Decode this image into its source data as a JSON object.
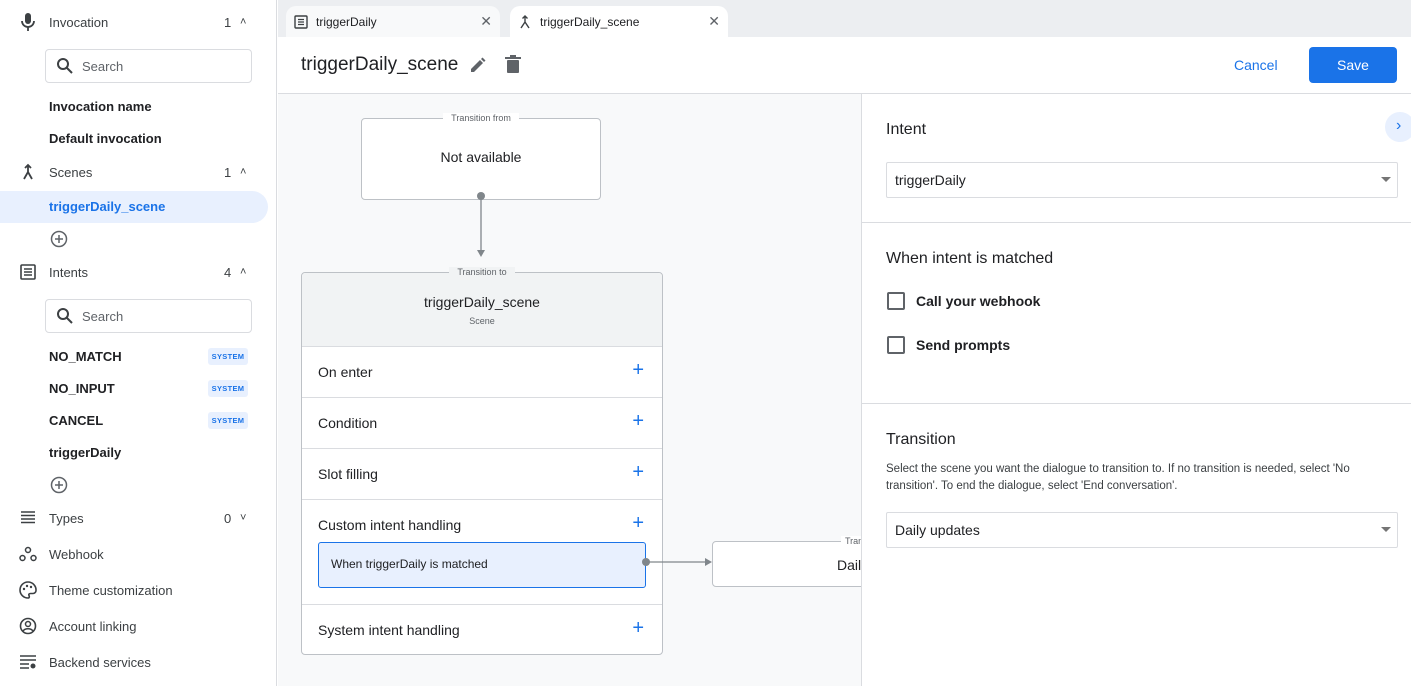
{
  "sidebar": {
    "invocation": {
      "label": "Invocation",
      "count": "1",
      "search_placeholder": "Search",
      "items": [
        "Invocation name",
        "Default invocation"
      ]
    },
    "scenes": {
      "label": "Scenes",
      "count": "1",
      "items": [
        "triggerDaily_scene"
      ]
    },
    "intents": {
      "label": "Intents",
      "count": "4",
      "search_placeholder": "Search",
      "items": [
        {
          "label": "NO_MATCH",
          "badge": "SYSTEM"
        },
        {
          "label": "NO_INPUT",
          "badge": "SYSTEM"
        },
        {
          "label": "CANCEL",
          "badge": "SYSTEM"
        },
        {
          "label": "triggerDaily"
        }
      ]
    },
    "types": {
      "label": "Types",
      "count": "0"
    },
    "links": [
      "Webhook",
      "Theme customization",
      "Account linking",
      "Backend services"
    ]
  },
  "tabs": [
    {
      "label": "triggerDaily",
      "icon": "intent-list-icon",
      "active": false
    },
    {
      "label": "triggerDaily_scene",
      "icon": "scene-merge-icon",
      "active": true
    }
  ],
  "header": {
    "title": "triggerDaily_scene",
    "cancel": "Cancel",
    "save": "Save"
  },
  "colors": {
    "accent": "#1a73e8",
    "selected_bg": "#e8f0fe",
    "canvas_bg": "#f8f9fa"
  },
  "canvas": {
    "from": {
      "legend": "Transition from",
      "value": "Not available"
    },
    "to": {
      "legend": "Transition to",
      "scene": "triggerDaily_scene",
      "sub": "Scene",
      "rows": [
        "On enter",
        "Condition",
        "Slot filling",
        "Custom intent handling",
        "System intent handling"
      ],
      "handler": "When triggerDaily is matched"
    },
    "target": {
      "legend": "Transition to",
      "value": "Daily updates"
    }
  },
  "panel": {
    "intent_label": "Intent",
    "intent_value": "triggerDaily",
    "matched_label": "When intent is matched",
    "checkboxes": [
      {
        "label": "Call your webhook",
        "checked": false
      },
      {
        "label": "Send prompts",
        "checked": false
      }
    ],
    "transition_label": "Transition",
    "transition_desc_1": "Select the scene you want the dialogue to transition to. If no transition is needed, select 'No",
    "transition_desc_2": "transition'. To end the dialogue, select 'End conversation'.",
    "transition_value": "Daily updates"
  }
}
